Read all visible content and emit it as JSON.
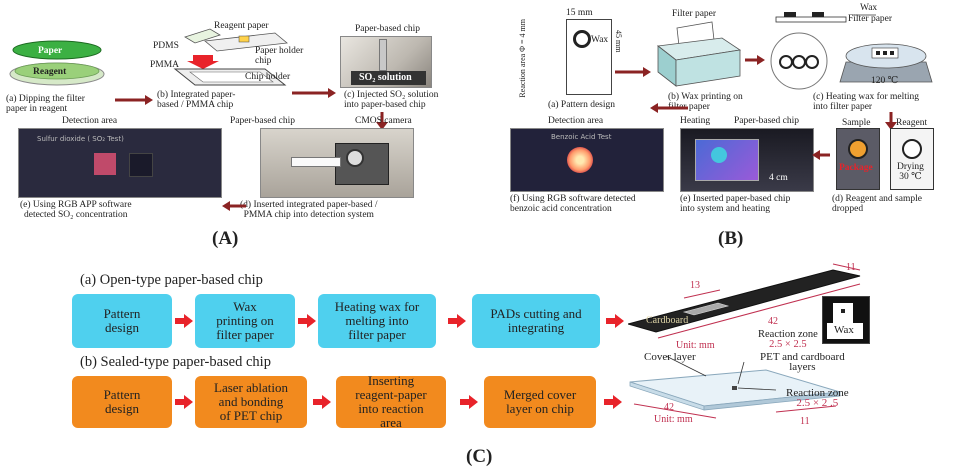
{
  "panelA": {
    "letter": "(A)",
    "paper": "Paper",
    "reagent": "Reagent",
    "step_a": [
      "(a) Dipping the filter",
      "paper in reagent"
    ],
    "reagent_paper": "Reagent paper",
    "pdms": "PDMS",
    "paper_holder": [
      "Paper holder",
      "chip"
    ],
    "pmma": "PMMA",
    "chip_holder": "Chip holder",
    "step_b": [
      "(b) Integrated paper-",
      "based / PMMA chip"
    ],
    "paper_based_chip_top": "Paper-based chip",
    "so2_solution": "SO₂ solution",
    "step_c": [
      "(c) Injected SO₂ solution",
      "into paper-based chip"
    ],
    "detection_area": "Detection area",
    "screen_caption": "Sulfur dioxide (   SO₂ Test)",
    "paper_based_chip_mid": "Paper-based chip",
    "cmos": "CMOS camera",
    "step_e": [
      "(e) Using RGB APP software",
      "detected SO₂ concentration"
    ],
    "step_d": [
      "(d) Inserted integrated paper-based /",
      "PMMA chip into detection system"
    ]
  },
  "panelB": {
    "letter": "(B)",
    "reaction_area": [
      "Reaction area",
      "Φ = 4 mm"
    ],
    "dim_15": "15 mm",
    "dim_45": "45 mm",
    "wax_label": "Wax",
    "step_a": "(a)  Pattern design",
    "filter_paper": "Filter paper",
    "step_b": [
      "(b) Wax printing on",
      "filter paper"
    ],
    "wax": "Wax",
    "filter_paper2": "Filter paper",
    "temp": "120 ℃",
    "step_c": [
      "(c) Heating wax for melting",
      "into filter paper"
    ],
    "detection_area": "Detection area",
    "screen_caption": "Benzoic Acid Test",
    "heating": "Heating",
    "paper_based_chip": "Paper-based chip",
    "cm4": "4 cm",
    "sample": "Sample",
    "reagent": "Reagent",
    "package": "Package",
    "drying": [
      "Drying",
      "30 ℃"
    ],
    "step_f": [
      "(f) Using RGB software detected",
      "benzoic acid concentration"
    ],
    "step_e": [
      "(e) Inserted paper-based chip",
      "into system and heating"
    ],
    "step_d": [
      "(d) Reagent and sample",
      "dropped"
    ]
  },
  "panelC": {
    "letter": "(C)",
    "row_a_title": "(a)   Open-type paper-based chip",
    "row_a_steps": [
      [
        "Pattern",
        "design"
      ],
      [
        "Wax",
        "printing on",
        "filter paper"
      ],
      [
        "Heating wax for",
        "melting into",
        "filter paper"
      ],
      [
        "PADs cutting and",
        "integrating"
      ]
    ],
    "row_b_title": "(b)   Sealed-type paper-based chip",
    "row_b_steps": [
      [
        "Pattern",
        "design"
      ],
      [
        "Laser ablation",
        "and bonding",
        "of PET chip"
      ],
      [
        "Inserting",
        "reagent-paper",
        "into reaction",
        "area"
      ],
      [
        "Merged cover",
        "layer on chip"
      ]
    ],
    "open_chip": {
      "dim_13": "13",
      "dim_11": "11",
      "dim_42": "42",
      "cardboard": "Cardboard",
      "unit": "Unit: mm",
      "reaction_zone": [
        "Reaction zone",
        "2.5 × 2.5"
      ],
      "wax": "Wax"
    },
    "sealed_chip": {
      "cover_layer": "Cover layer",
      "pet_layers": [
        "PET and cardboard",
        "layers"
      ],
      "reaction_zone": [
        "Reaction zone",
        "2.5 × 2 .5"
      ],
      "dim_42": "42",
      "dim_11": "11",
      "unit": "Unit: mm"
    }
  },
  "colors": {
    "cyan_box": "#4fd0ee",
    "orange_box": "#f28a1e",
    "red_arrow": "#e8232a",
    "dark_arrow": "#8b2323",
    "dimension": "#c03050"
  }
}
